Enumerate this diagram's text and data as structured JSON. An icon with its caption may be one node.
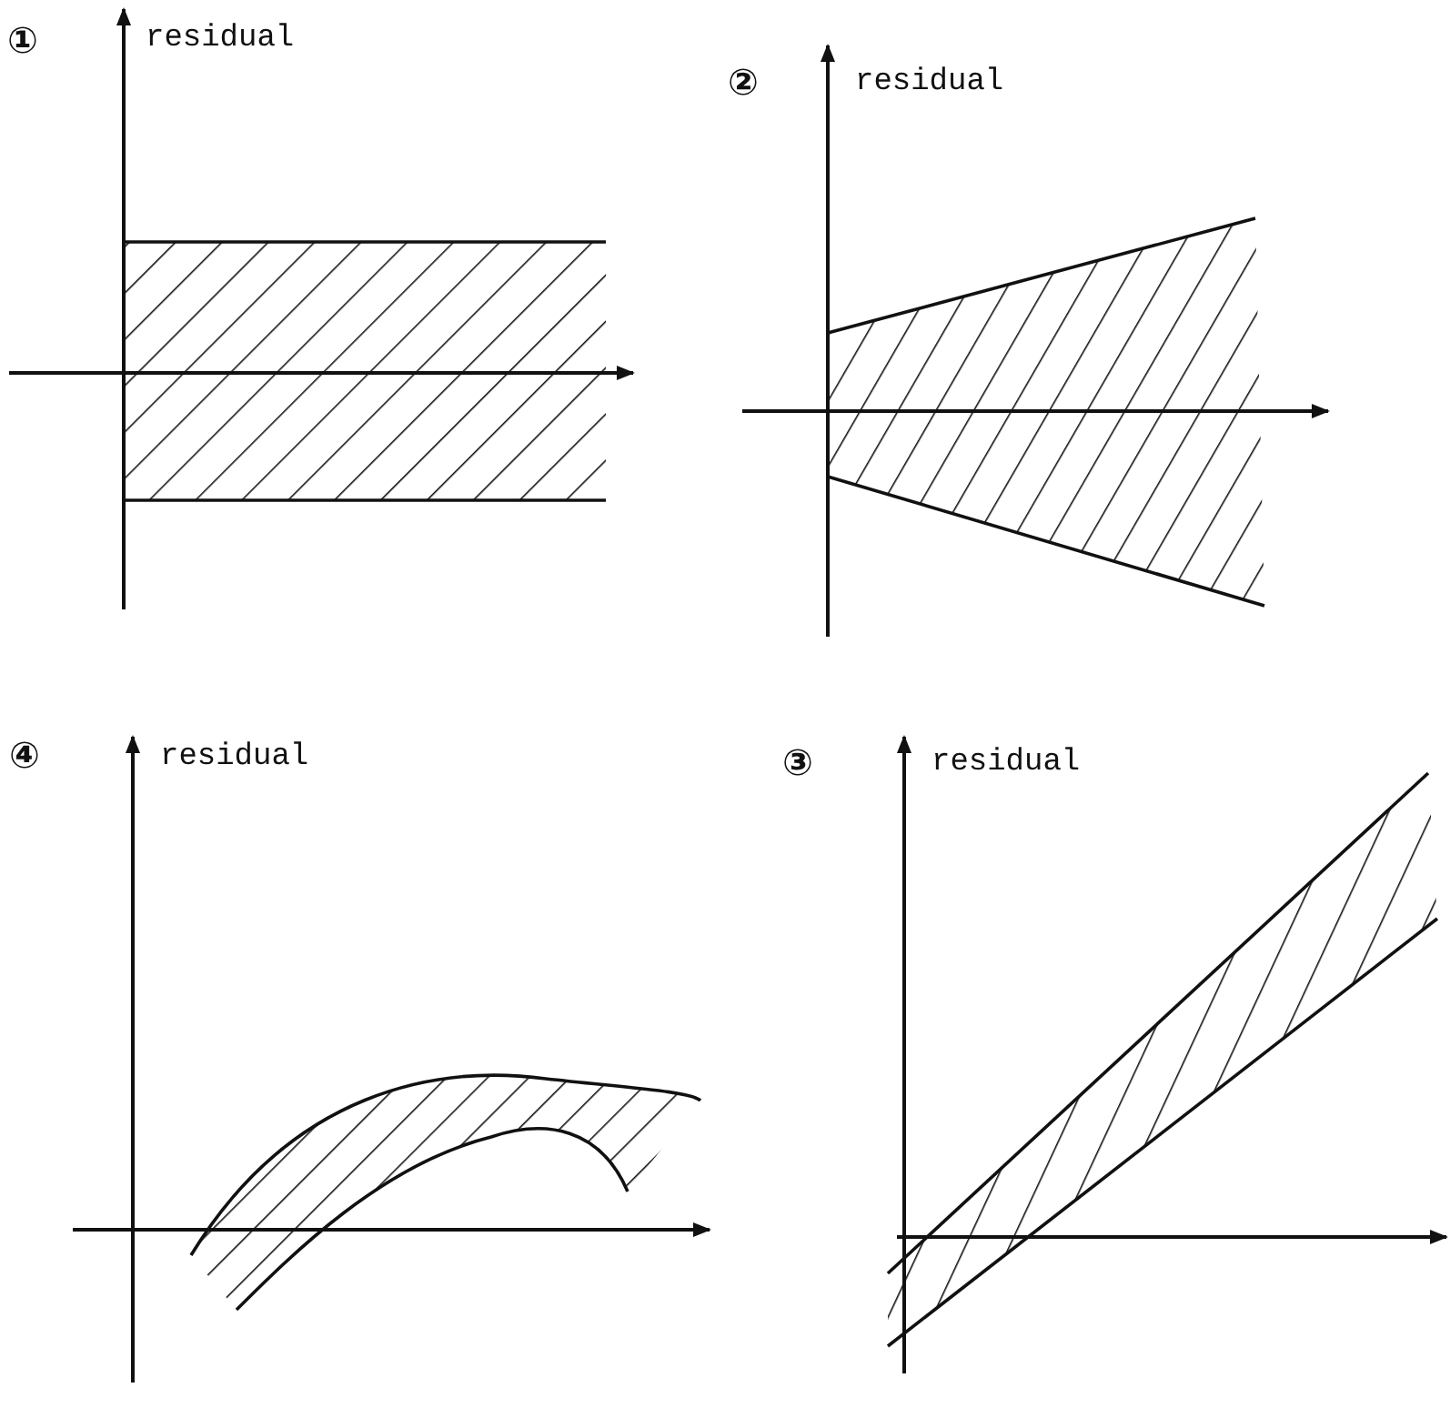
{
  "diagram": {
    "labels": [
      "①",
      "residual",
      "②",
      "residual",
      "④",
      "residual",
      "③",
      "residual"
    ]
  }
}
